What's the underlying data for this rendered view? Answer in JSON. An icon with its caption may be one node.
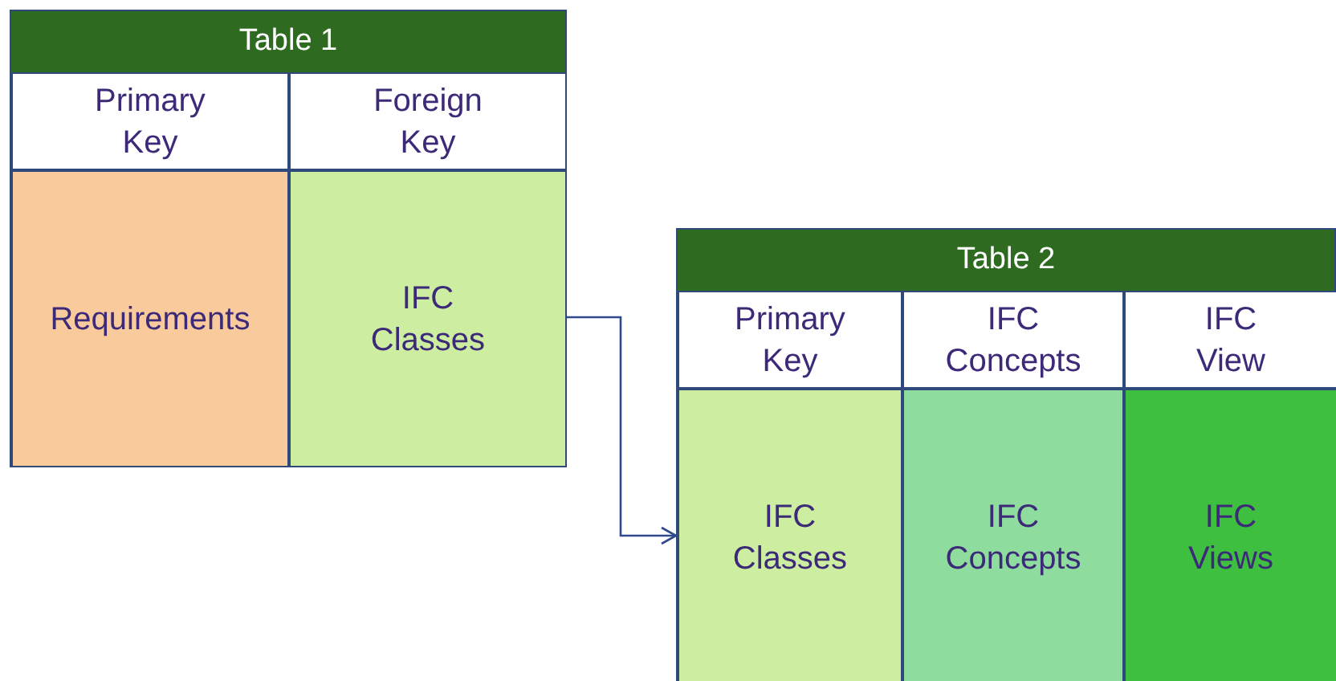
{
  "diagram": {
    "nodes": [
      {
        "text": [
          "Table 1"
        ]
      },
      {
        "text": [
          "Primary Key"
        ],
        "in": 0
      },
      {
        "text": [
          "Foreign Key"
        ],
        "in": 0
      },
      {
        "text": [
          "Requirements"
        ],
        "in": 0
      },
      {
        "text": [
          "IFC Classes"
        ],
        "in": 0
      },
      {
        "text": [
          "Table 2"
        ]
      },
      {
        "text": [
          "Primary Key"
        ],
        "in": 5
      },
      {
        "text": [
          "IFC Concepts"
        ],
        "in": 5
      },
      {
        "text": [
          "IFC View"
        ],
        "in": 5
      },
      {
        "text": [
          "IFC Classes"
        ],
        "in": 5
      },
      {
        "text": [
          "IFC Concepts"
        ],
        "in": 5
      },
      {
        "text": [
          "IFC Views"
        ],
        "in": 5
      }
    ],
    "edges": [
      {
        "from": 4,
        "to": 9,
        "arrow": "to"
      }
    ]
  }
}
